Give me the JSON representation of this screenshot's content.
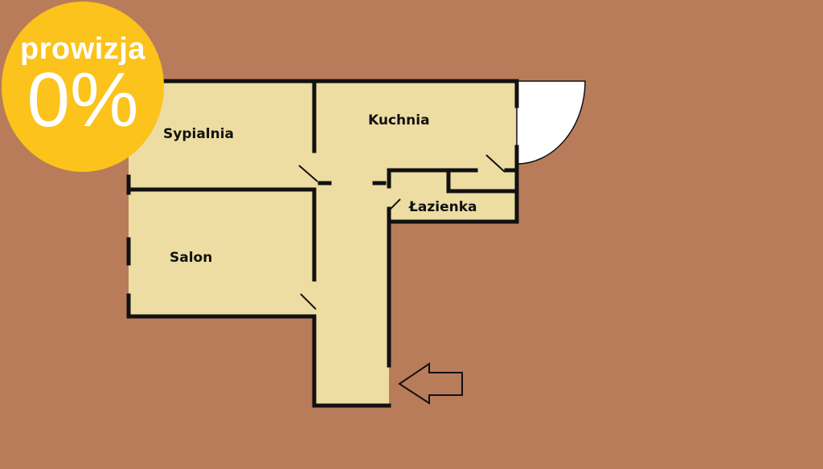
{
  "badge": {
    "top_text": "prowizja",
    "big_text": "0%",
    "color": "#fbc31b"
  },
  "rooms": {
    "sypialnia": "Sypialnia",
    "kuchnia": "Kuchnia",
    "lazienka": "Łazienka",
    "salon": "Salon"
  },
  "colors": {
    "background": "#b87c5a",
    "floor": "#eddda3",
    "wall": "#111111"
  }
}
